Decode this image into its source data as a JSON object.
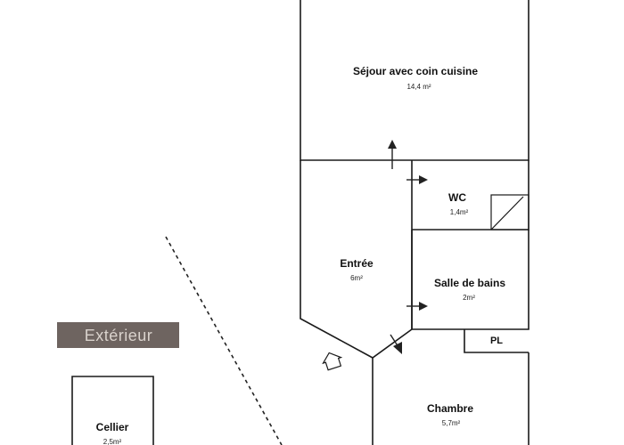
{
  "rooms": {
    "sejour": {
      "name": "Séjour avec coin cuisine",
      "area": "14,4 m²"
    },
    "wc": {
      "name": "WC",
      "area": "1,4m²"
    },
    "entree": {
      "name": "Entrée",
      "area": "6m²"
    },
    "salle_de_bains": {
      "name": "Salle de bains",
      "area": "2m²"
    },
    "chambre": {
      "name": "Chambre",
      "area": "5,7m²"
    },
    "cellier": {
      "name": "Cellier",
      "area": "2,5m²"
    },
    "placard": {
      "name": "PL"
    }
  },
  "exterior_label": "Extérieur",
  "colors": {
    "exterior_label_background": "#6e6460",
    "exterior_label_text": "#d9d2cc",
    "walls": "#1a1a1a"
  }
}
